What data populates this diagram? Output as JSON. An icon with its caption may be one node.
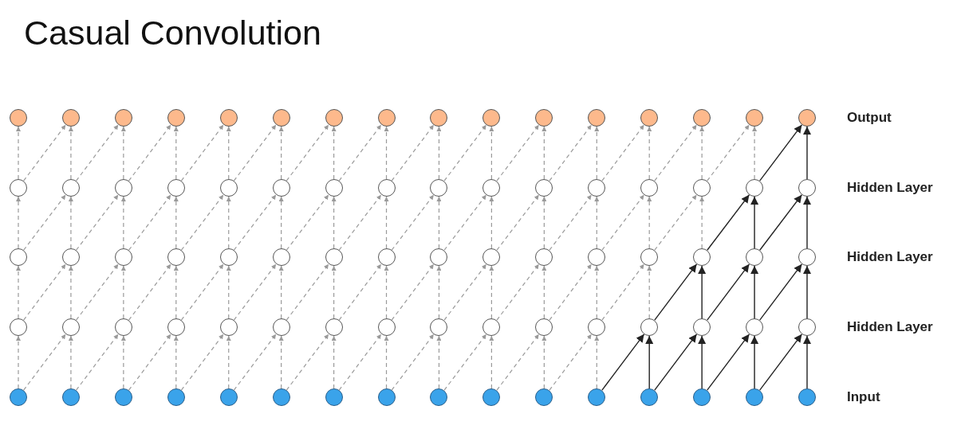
{
  "diagram": {
    "title": "Casual Convolution",
    "nodes": [
      {
        "text": [],
        "shape": "circle"
      },
      {
        "text": [],
        "shape": "circle"
      },
      {
        "text": [],
        "shape": "circle"
      },
      {
        "text": [],
        "shape": "circle"
      },
      {
        "text": [],
        "shape": "circle"
      },
      {
        "text": [],
        "shape": "circle"
      },
      {
        "text": [],
        "shape": "circle"
      },
      {
        "text": [],
        "shape": "circle"
      },
      {
        "text": [],
        "shape": "circle"
      },
      {
        "text": [],
        "shape": "circle"
      },
      {
        "text": [],
        "shape": "circle"
      },
      {
        "text": [],
        "shape": "circle"
      },
      {
        "text": [],
        "shape": "circle"
      },
      {
        "text": [],
        "shape": "circle"
      },
      {
        "text": [],
        "shape": "circle"
      },
      {
        "text": [],
        "shape": "circle"
      },
      {
        "text": [],
        "shape": "circle"
      },
      {
        "text": [],
        "shape": "circle"
      },
      {
        "text": [],
        "shape": "circle"
      },
      {
        "text": [],
        "shape": "circle"
      },
      {
        "text": [],
        "shape": "circle"
      },
      {
        "text": [],
        "shape": "circle"
      },
      {
        "text": [],
        "shape": "circle"
      },
      {
        "text": [],
        "shape": "circle"
      },
      {
        "text": [],
        "shape": "circle"
      },
      {
        "text": [],
        "shape": "circle"
      },
      {
        "text": [],
        "shape": "circle"
      },
      {
        "text": [],
        "shape": "circle"
      },
      {
        "text": [],
        "shape": "circle"
      },
      {
        "text": [],
        "shape": "circle"
      },
      {
        "text": [],
        "shape": "circle"
      },
      {
        "text": [],
        "shape": "circle"
      },
      {
        "text": [],
        "shape": "circle"
      },
      {
        "text": [],
        "shape": "circle"
      },
      {
        "text": [],
        "shape": "circle"
      },
      {
        "text": [],
        "shape": "circle"
      },
      {
        "text": [],
        "shape": "circle"
      },
      {
        "text": [],
        "shape": "circle"
      },
      {
        "text": [],
        "shape": "circle"
      },
      {
        "text": [],
        "shape": "circle"
      },
      {
        "text": [],
        "shape": "circle"
      },
      {
        "text": [],
        "shape": "circle"
      },
      {
        "text": [],
        "shape": "circle"
      },
      {
        "text": [],
        "shape": "circle"
      },
      {
        "text": [],
        "shape": "circle"
      },
      {
        "text": [],
        "shape": "circle"
      },
      {
        "text": [],
        "shape": "circle"
      },
      {
        "text": [],
        "shape": "circle"
      },
      {
        "text": [],
        "shape": "circle"
      },
      {
        "text": [],
        "shape": "circle"
      },
      {
        "text": [],
        "shape": "circle"
      },
      {
        "text": [],
        "shape": "circle"
      },
      {
        "text": [],
        "shape": "circle"
      },
      {
        "text": [],
        "shape": "circle"
      },
      {
        "text": [],
        "shape": "circle"
      },
      {
        "text": [],
        "shape": "circle"
      },
      {
        "text": [],
        "shape": "circle"
      },
      {
        "text": [],
        "shape": "circle"
      },
      {
        "text": [],
        "shape": "circle"
      },
      {
        "text": [],
        "shape": "circle"
      },
      {
        "text": [],
        "shape": "circle"
      },
      {
        "text": [],
        "shape": "circle"
      },
      {
        "text": [],
        "shape": "circle"
      },
      {
        "text": [],
        "shape": "circle"
      },
      {
        "text": [],
        "shape": "circle"
      },
      {
        "text": [],
        "shape": "circle"
      },
      {
        "text": [],
        "shape": "circle"
      },
      {
        "text": [],
        "shape": "circle"
      },
      {
        "text": [],
        "shape": "circle"
      },
      {
        "text": [],
        "shape": "circle"
      },
      {
        "text": [],
        "shape": "circle"
      },
      {
        "text": [],
        "shape": "circle"
      },
      {
        "text": [],
        "shape": "circle"
      },
      {
        "text": [],
        "shape": "circle"
      },
      {
        "text": [],
        "shape": "circle"
      },
      {
        "text": [],
        "shape": "circle"
      },
      {
        "text": [],
        "shape": "circle"
      },
      {
        "text": [],
        "shape": "circle"
      },
      {
        "text": [],
        "shape": "circle"
      },
      {
        "text": [],
        "shape": "circle"
      }
    ],
    "edges": [
      {
        "from": 16,
        "to": 0,
        "arrow": "to",
        "style": "dashed"
      },
      {
        "from": 17,
        "to": 1,
        "arrow": "to",
        "style": "dashed"
      },
      {
        "from": 16,
        "to": 1,
        "arrow": "to",
        "style": "dashed"
      },
      {
        "from": 18,
        "to": 2,
        "arrow": "to",
        "style": "dashed"
      },
      {
        "from": 17,
        "to": 2,
        "arrow": "to",
        "style": "dashed"
      },
      {
        "from": 19,
        "to": 3,
        "arrow": "to",
        "style": "dashed"
      },
      {
        "from": 18,
        "to": 3,
        "arrow": "to",
        "style": "dashed"
      },
      {
        "from": 20,
        "to": 4,
        "arrow": "to",
        "style": "dashed"
      },
      {
        "from": 19,
        "to": 4,
        "arrow": "to",
        "style": "dashed"
      },
      {
        "from": 21,
        "to": 5,
        "arrow": "to",
        "style": "dashed"
      },
      {
        "from": 20,
        "to": 5,
        "arrow": "to",
        "style": "dashed"
      },
      {
        "from": 22,
        "to": 6,
        "arrow": "to",
        "style": "dashed"
      },
      {
        "from": 21,
        "to": 6,
        "arrow": "to",
        "style": "dashed"
      },
      {
        "from": 23,
        "to": 7,
        "arrow": "to",
        "style": "dashed"
      },
      {
        "from": 22,
        "to": 7,
        "arrow": "to",
        "style": "dashed"
      },
      {
        "from": 24,
        "to": 8,
        "arrow": "to",
        "style": "dashed"
      },
      {
        "from": 23,
        "to": 8,
        "arrow": "to",
        "style": "dashed"
      },
      {
        "from": 25,
        "to": 9,
        "arrow": "to",
        "style": "dashed"
      },
      {
        "from": 24,
        "to": 9,
        "arrow": "to",
        "style": "dashed"
      },
      {
        "from": 26,
        "to": 10,
        "arrow": "to",
        "style": "dashed"
      },
      {
        "from": 25,
        "to": 10,
        "arrow": "to",
        "style": "dashed"
      },
      {
        "from": 27,
        "to": 11,
        "arrow": "to",
        "style": "dashed"
      },
      {
        "from": 26,
        "to": 11,
        "arrow": "to",
        "style": "dashed"
      },
      {
        "from": 28,
        "to": 12,
        "arrow": "to",
        "style": "dashed"
      },
      {
        "from": 27,
        "to": 12,
        "arrow": "to",
        "style": "dashed"
      },
      {
        "from": 29,
        "to": 13,
        "arrow": "to",
        "style": "dashed"
      },
      {
        "from": 28,
        "to": 13,
        "arrow": "to",
        "style": "dashed"
      },
      {
        "from": 30,
        "to": 14,
        "arrow": "to",
        "style": "dashed"
      },
      {
        "from": 29,
        "to": 14,
        "arrow": "to",
        "style": "dashed"
      },
      {
        "from": 31,
        "to": 15,
        "arrow": "to",
        "color": "#222222"
      },
      {
        "from": 30,
        "to": 15,
        "arrow": "to",
        "color": "#222222"
      },
      {
        "from": 32,
        "to": 16,
        "arrow": "to",
        "style": "dashed"
      },
      {
        "from": 33,
        "to": 17,
        "arrow": "to",
        "style": "dashed"
      },
      {
        "from": 32,
        "to": 17,
        "arrow": "to",
        "style": "dashed"
      },
      {
        "from": 34,
        "to": 18,
        "arrow": "to",
        "style": "dashed"
      },
      {
        "from": 33,
        "to": 18,
        "arrow": "to",
        "style": "dashed"
      },
      {
        "from": 35,
        "to": 19,
        "arrow": "to",
        "style": "dashed"
      },
      {
        "from": 34,
        "to": 19,
        "arrow": "to",
        "style": "dashed"
      },
      {
        "from": 36,
        "to": 20,
        "arrow": "to",
        "style": "dashed"
      },
      {
        "from": 35,
        "to": 20,
        "arrow": "to",
        "style": "dashed"
      },
      {
        "from": 37,
        "to": 21,
        "arrow": "to",
        "style": "dashed"
      },
      {
        "from": 36,
        "to": 21,
        "arrow": "to",
        "style": "dashed"
      },
      {
        "from": 38,
        "to": 22,
        "arrow": "to",
        "style": "dashed"
      },
      {
        "from": 37,
        "to": 22,
        "arrow": "to",
        "style": "dashed"
      },
      {
        "from": 39,
        "to": 23,
        "arrow": "to",
        "style": "dashed"
      },
      {
        "from": 38,
        "to": 23,
        "arrow": "to",
        "style": "dashed"
      },
      {
        "from": 40,
        "to": 24,
        "arrow": "to",
        "style": "dashed"
      },
      {
        "from": 39,
        "to": 24,
        "arrow": "to",
        "style": "dashed"
      },
      {
        "from": 41,
        "to": 25,
        "arrow": "to",
        "style": "dashed"
      },
      {
        "from": 40,
        "to": 25,
        "arrow": "to",
        "style": "dashed"
      },
      {
        "from": 42,
        "to": 26,
        "arrow": "to",
        "style": "dashed"
      },
      {
        "from": 41,
        "to": 26,
        "arrow": "to",
        "style": "dashed"
      },
      {
        "from": 43,
        "to": 27,
        "arrow": "to",
        "style": "dashed"
      },
      {
        "from": 42,
        "to": 27,
        "arrow": "to",
        "style": "dashed"
      },
      {
        "from": 44,
        "to": 28,
        "arrow": "to",
        "style": "dashed"
      },
      {
        "from": 43,
        "to": 28,
        "arrow": "to",
        "style": "dashed"
      },
      {
        "from": 45,
        "to": 29,
        "arrow": "to",
        "style": "dashed"
      },
      {
        "from": 44,
        "to": 29,
        "arrow": "to",
        "style": "dashed"
      },
      {
        "from": 46,
        "to": 30,
        "arrow": "to",
        "color": "#222222"
      },
      {
        "from": 45,
        "to": 30,
        "arrow": "to",
        "color": "#222222"
      },
      {
        "from": 47,
        "to": 31,
        "arrow": "to",
        "color": "#222222"
      },
      {
        "from": 46,
        "to": 31,
        "arrow": "to",
        "color": "#222222"
      },
      {
        "from": 48,
        "to": 32,
        "arrow": "to",
        "style": "dashed"
      },
      {
        "from": 49,
        "to": 33,
        "arrow": "to",
        "style": "dashed"
      },
      {
        "from": 48,
        "to": 33,
        "arrow": "to",
        "style": "dashed"
      },
      {
        "from": 50,
        "to": 34,
        "arrow": "to",
        "style": "dashed"
      },
      {
        "from": 49,
        "to": 34,
        "arrow": "to",
        "style": "dashed"
      },
      {
        "from": 51,
        "to": 35,
        "arrow": "to",
        "style": "dashed"
      },
      {
        "from": 50,
        "to": 35,
        "arrow": "to",
        "style": "dashed"
      },
      {
        "from": 52,
        "to": 36,
        "arrow": "to",
        "style": "dashed"
      },
      {
        "from": 51,
        "to": 36,
        "arrow": "to",
        "style": "dashed"
      },
      {
        "from": 53,
        "to": 37,
        "arrow": "to",
        "style": "dashed"
      },
      {
        "from": 52,
        "to": 37,
        "arrow": "to",
        "style": "dashed"
      },
      {
        "from": 54,
        "to": 38,
        "arrow": "to",
        "style": "dashed"
      },
      {
        "from": 53,
        "to": 38,
        "arrow": "to",
        "style": "dashed"
      },
      {
        "from": 55,
        "to": 39,
        "arrow": "to",
        "style": "dashed"
      },
      {
        "from": 54,
        "to": 39,
        "arrow": "to",
        "style": "dashed"
      },
      {
        "from": 56,
        "to": 40,
        "arrow": "to",
        "style": "dashed"
      },
      {
        "from": 55,
        "to": 40,
        "arrow": "to",
        "style": "dashed"
      },
      {
        "from": 57,
        "to": 41,
        "arrow": "to",
        "style": "dashed"
      },
      {
        "from": 56,
        "to": 41,
        "arrow": "to",
        "style": "dashed"
      },
      {
        "from": 58,
        "to": 42,
        "arrow": "to",
        "style": "dashed"
      },
      {
        "from": 57,
        "to": 42,
        "arrow": "to",
        "style": "dashed"
      },
      {
        "from": 59,
        "to": 43,
        "arrow": "to",
        "style": "dashed"
      },
      {
        "from": 58,
        "to": 43,
        "arrow": "to",
        "style": "dashed"
      },
      {
        "from": 60,
        "to": 44,
        "arrow": "to",
        "style": "dashed"
      },
      {
        "from": 59,
        "to": 44,
        "arrow": "to",
        "style": "dashed"
      },
      {
        "from": 61,
        "to": 45,
        "arrow": "to",
        "color": "#222222"
      },
      {
        "from": 60,
        "to": 45,
        "arrow": "to",
        "color": "#222222"
      },
      {
        "from": 62,
        "to": 46,
        "arrow": "to",
        "color": "#222222"
      },
      {
        "from": 61,
        "to": 46,
        "arrow": "to",
        "color": "#222222"
      },
      {
        "from": 63,
        "to": 47,
        "arrow": "to",
        "color": "#222222"
      },
      {
        "from": 62,
        "to": 47,
        "arrow": "to",
        "color": "#222222"
      },
      {
        "from": 64,
        "to": 48,
        "arrow": "to",
        "style": "dashed"
      },
      {
        "from": 65,
        "to": 49,
        "arrow": "to",
        "style": "dashed"
      },
      {
        "from": 64,
        "to": 49,
        "arrow": "to",
        "style": "dashed"
      },
      {
        "from": 66,
        "to": 50,
        "arrow": "to",
        "style": "dashed"
      },
      {
        "from": 65,
        "to": 50,
        "arrow": "to",
        "style": "dashed"
      },
      {
        "from": 67,
        "to": 51,
        "arrow": "to",
        "style": "dashed"
      },
      {
        "from": 66,
        "to": 51,
        "arrow": "to",
        "style": "dashed"
      },
      {
        "from": 68,
        "to": 52,
        "arrow": "to",
        "style": "dashed"
      },
      {
        "from": 67,
        "to": 52,
        "arrow": "to",
        "style": "dashed"
      },
      {
        "from": 69,
        "to": 53,
        "arrow": "to",
        "style": "dashed"
      },
      {
        "from": 68,
        "to": 53,
        "arrow": "to",
        "style": "dashed"
      },
      {
        "from": 70,
        "to": 54,
        "arrow": "to",
        "style": "dashed"
      },
      {
        "from": 69,
        "to": 54,
        "arrow": "to",
        "style": "dashed"
      },
      {
        "from": 71,
        "to": 55,
        "arrow": "to",
        "style": "dashed"
      },
      {
        "from": 70,
        "to": 55,
        "arrow": "to",
        "style": "dashed"
      },
      {
        "from": 72,
        "to": 56,
        "arrow": "to",
        "style": "dashed"
      },
      {
        "from": 71,
        "to": 56,
        "arrow": "to",
        "style": "dashed"
      },
      {
        "from": 73,
        "to": 57,
        "arrow": "to",
        "style": "dashed"
      },
      {
        "from": 72,
        "to": 57,
        "arrow": "to",
        "style": "dashed"
      },
      {
        "from": 74,
        "to": 58,
        "arrow": "to",
        "style": "dashed"
      },
      {
        "from": 73,
        "to": 58,
        "arrow": "to",
        "style": "dashed"
      },
      {
        "from": 75,
        "to": 59,
        "arrow": "to",
        "style": "dashed"
      },
      {
        "from": 74,
        "to": 59,
        "arrow": "to",
        "style": "dashed"
      },
      {
        "from": 76,
        "to": 60,
        "arrow": "to",
        "color": "#222222"
      },
      {
        "from": 75,
        "to": 60,
        "arrow": "to",
        "color": "#222222"
      },
      {
        "from": 77,
        "to": 61,
        "arrow": "to",
        "color": "#222222"
      },
      {
        "from": 76,
        "to": 61,
        "arrow": "to",
        "color": "#222222"
      },
      {
        "from": 78,
        "to": 62,
        "arrow": "to",
        "color": "#222222"
      },
      {
        "from": 77,
        "to": 62,
        "arrow": "to",
        "color": "#222222"
      },
      {
        "from": 79,
        "to": 63,
        "arrow": "to",
        "color": "#222222"
      },
      {
        "from": 78,
        "to": 63,
        "arrow": "to",
        "color": "#222222"
      }
    ],
    "labels": [
      "Output",
      "Hidden Layer",
      "Hidden Layer",
      "Hidden Layer",
      "Input"
    ]
  }
}
